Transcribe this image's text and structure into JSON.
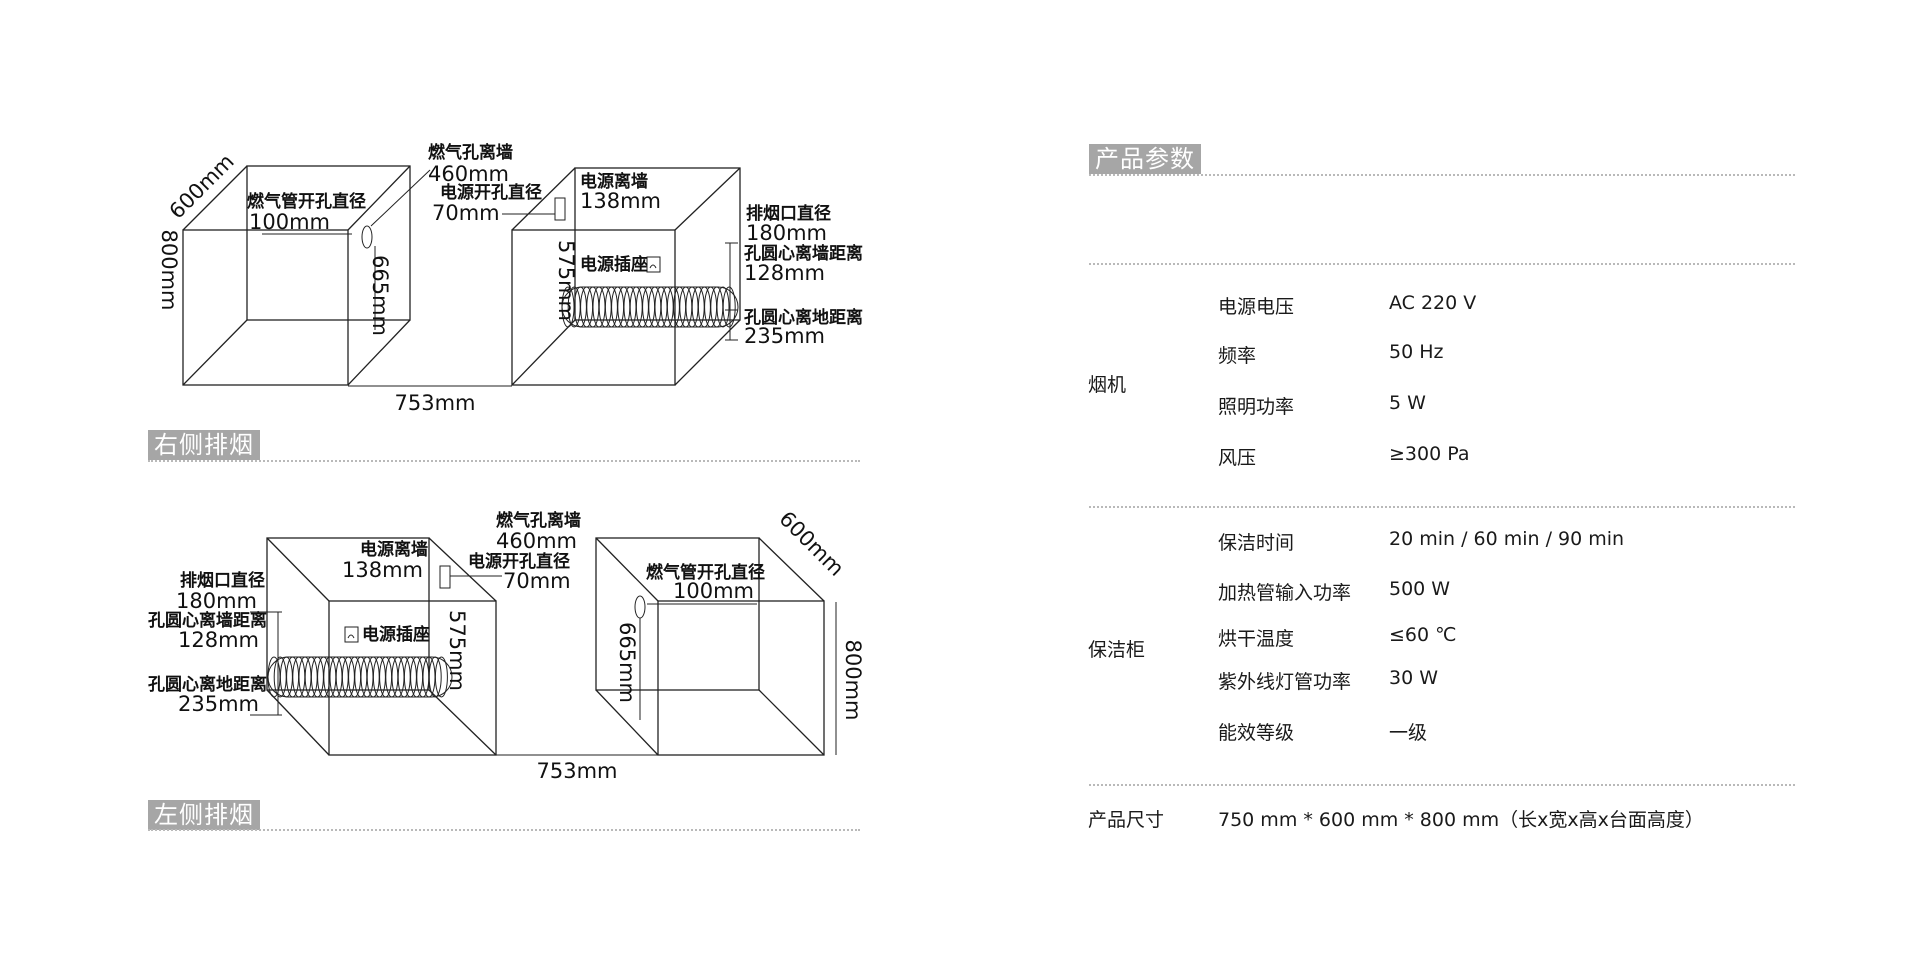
{
  "right_exhaust": {
    "section_label": "右侧排烟",
    "left_box": {
      "depth": "600mm",
      "height": "800mm",
      "gas_hole_diameter_label": "燃气管开孔直径",
      "gas_hole_diameter_value": "100mm",
      "gas_hole_to_floor": "665mm"
    },
    "gas_hole_wall_label": "燃气孔离墙",
    "gas_hole_wall_value": "460mm",
    "power_hole_label": "电源开孔直径",
    "power_hole_value": "70mm",
    "width": "753mm",
    "right_box": {
      "power_wall_label": "电源离墙",
      "power_wall_value": "138mm",
      "socket_label": "电源插座",
      "socket_height": "575mm",
      "exhaust_diameter_label": "排烟口直径",
      "exhaust_diameter_value": "180mm",
      "hole_wall_label": "孔圆心离墙距离",
      "hole_wall_value": "128mm",
      "hole_floor_label": "孔圆心离地距离",
      "hole_floor_value": "235mm"
    }
  },
  "left_exhaust": {
    "section_label": "左侧排烟",
    "left_box": {
      "exhaust_diameter_label": "排烟口直径",
      "exhaust_diameter_value": "180mm",
      "hole_wall_label": "孔圆心离墙距离",
      "hole_wall_value": "128mm",
      "hole_floor_label": "孔圆心离地距离",
      "hole_floor_value": "235mm",
      "power_wall_label": "电源离墙",
      "power_wall_value": "138mm",
      "socket_label": "电源插座",
      "socket_height": "575mm"
    },
    "gas_hole_wall_label": "燃气孔离墙",
    "gas_hole_wall_value": "460mm",
    "power_hole_label": "电源开孔直径",
    "power_hole_value": "70mm",
    "width": "753mm",
    "right_box": {
      "depth": "600mm",
      "height": "800mm",
      "gas_hole_diameter_label": "燃气管开孔直径",
      "gas_hole_diameter_value": "100mm",
      "gas_hole_to_floor": "665mm"
    }
  },
  "params": {
    "title": "产品参数",
    "hood": {
      "category": "烟机",
      "rows": [
        {
          "name": "电源电压",
          "value": "AC 220 V"
        },
        {
          "name": "频率",
          "value": "50 Hz"
        },
        {
          "name": "照明功率",
          "value": "5 W"
        },
        {
          "name": "风压",
          "value": "≥300 Pa"
        }
      ]
    },
    "cabinet": {
      "category": "保洁柜",
      "rows": [
        {
          "name": "保洁时间",
          "value": "20 min / 60 min / 90 min"
        },
        {
          "name": "加热管输入功率",
          "value": "500 W"
        },
        {
          "name": "烘干温度",
          "value": "≤60 ℃"
        },
        {
          "name": "紫外线灯管功率",
          "value": "30 W"
        },
        {
          "name": "能效等级",
          "value": "一级"
        }
      ]
    },
    "size": {
      "label": "产品尺寸",
      "value": "750 mm * 600 mm * 800 mm（长x宽x高x台面高度）"
    }
  }
}
